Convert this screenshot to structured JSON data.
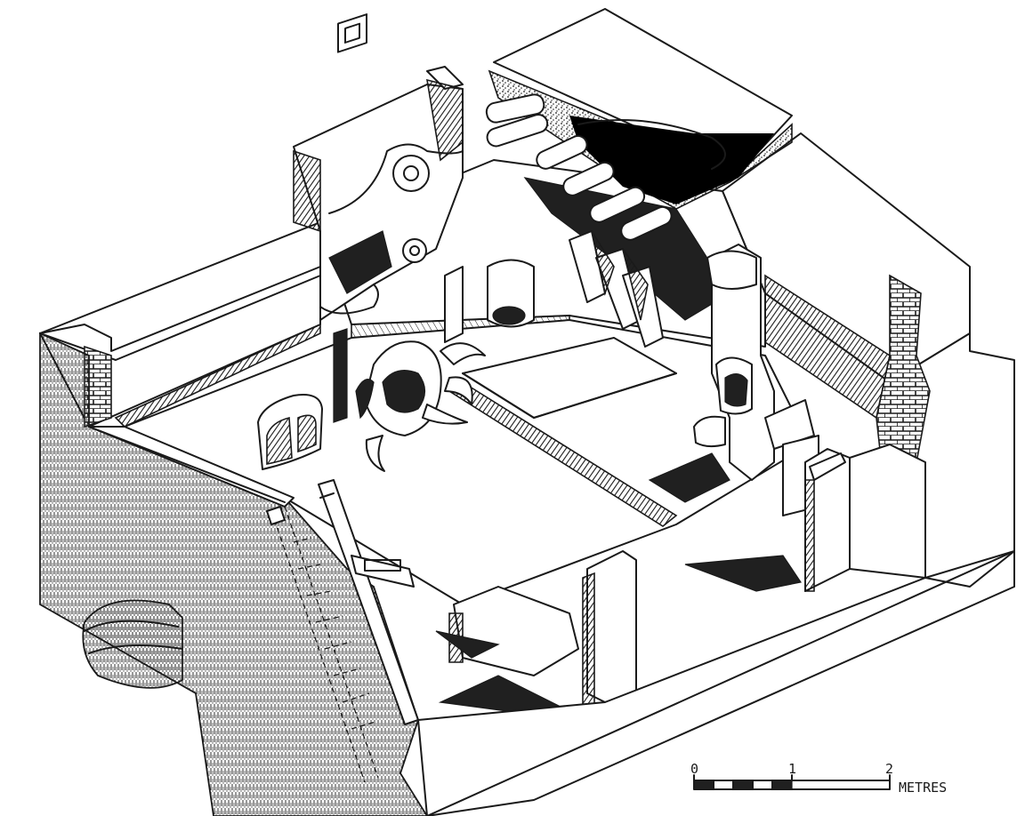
{
  "scale_bar": {
    "tick_0": "0",
    "tick_1": "1",
    "tick_2": "2",
    "unit": "METRES"
  },
  "palette": {
    "ink": "#1a1a1a",
    "paper": "#ffffff"
  }
}
